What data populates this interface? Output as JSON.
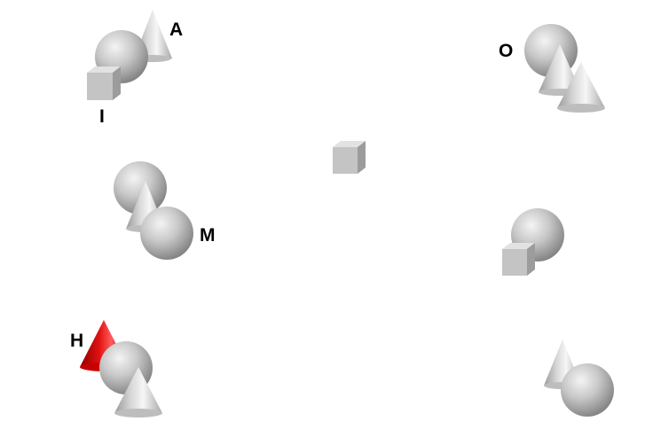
{
  "labels": {
    "a": "A",
    "i": "I",
    "o": "O",
    "m": "M",
    "h": "H"
  },
  "colors": {
    "background": "#ffffff",
    "gray_object": "#bdbdbd",
    "red_object": "#e00000",
    "label": "#000000"
  },
  "groups": [
    {
      "id": "group-a-i",
      "labels": [
        "A",
        "I"
      ],
      "objects": [
        "cone",
        "sphere",
        "cube"
      ]
    },
    {
      "id": "group-o",
      "labels": [
        "O"
      ],
      "objects": [
        "sphere",
        "cone",
        "cone"
      ]
    },
    {
      "id": "group-center",
      "labels": [],
      "objects": [
        "cube"
      ]
    },
    {
      "id": "group-m",
      "labels": [
        "M"
      ],
      "objects": [
        "sphere",
        "cone",
        "sphere"
      ]
    },
    {
      "id": "group-right-middle",
      "labels": [],
      "objects": [
        "sphere",
        "cube"
      ]
    },
    {
      "id": "group-h",
      "labels": [
        "H"
      ],
      "objects": [
        "red-cone",
        "sphere",
        "cone"
      ]
    },
    {
      "id": "group-bottom-right",
      "labels": [],
      "objects": [
        "cone",
        "sphere"
      ]
    }
  ]
}
